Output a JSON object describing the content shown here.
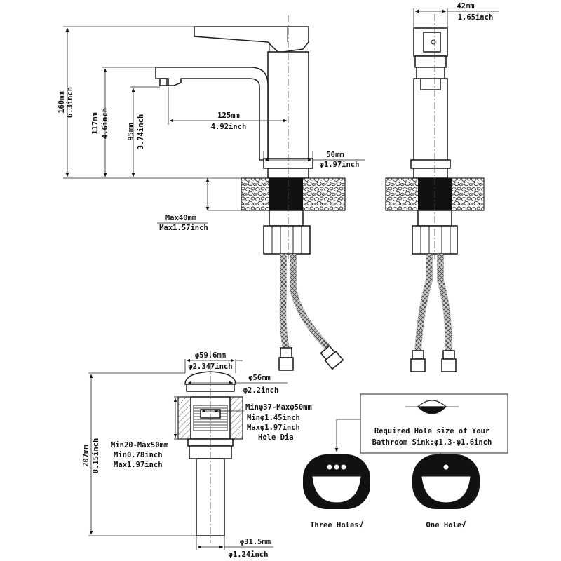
{
  "faucet_front": {
    "height_160_mm": "160mm",
    "height_160_in": "6.3inch",
    "height_117_mm": "117mm",
    "height_117_in": "4.6inch",
    "height_95_mm": "95mm",
    "height_95_in": "3.74inch",
    "reach_mm": "125mm",
    "reach_in": "4.92inch",
    "base_dia_mm": "50mm",
    "base_dia_in": "φ1.97inch",
    "max_deck_mm": "Max40mm",
    "max_deck_in": "Max1.57inch"
  },
  "faucet_side": {
    "width_mm": "42mm",
    "width_in": "1.65inch"
  },
  "drain": {
    "cap_dia_mm": "φ59.6mm",
    "cap_dia_in": "φ2.347inch",
    "flange_dia_mm": "φ56mm",
    "flange_dia_in": "φ2.2inch",
    "hole_range_mm": "Minφ37-Maxφ50mm",
    "hole_min_in": "Minφ1.45inch",
    "hole_max_in": "Maxφ1.97inch",
    "hole_label": "Hole Dia",
    "thickness_mm": "Min20-Max50mm",
    "thickness_min_in": "Min0.78inch",
    "thickness_max_in": "Max1.97inch",
    "total_height_mm": "207mm",
    "total_height_in": "8.15inch",
    "tail_dia_mm": "φ31.5mm",
    "tail_dia_in": "φ1.24inch"
  },
  "sink_info": {
    "line1": "Required Hole size of Your",
    "line2": "Bathroom Sink:φ1.3-φ1.6inch",
    "three_holes": "Three Holes√",
    "one_hole": "One Hole√"
  }
}
